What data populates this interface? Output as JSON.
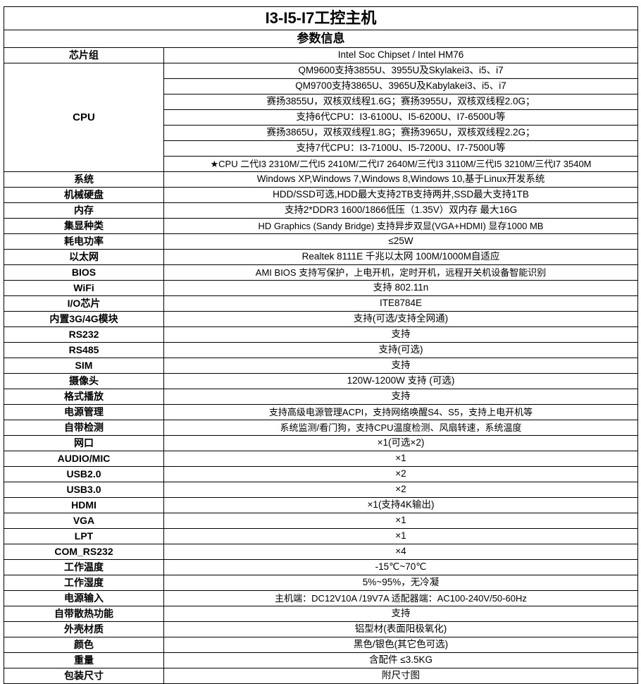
{
  "title": "I3-I5-I7工控主机",
  "subtitle": "参数信息",
  "rows": [
    {
      "label": "芯片组",
      "value": "Intel Soc Chipset / Intel HM76"
    },
    {
      "label": "CPU",
      "value": "QM9600支持3855U、3955U及Skylakei3、i5、i7"
    },
    {
      "label": "",
      "value": "QM9700支持3865U、3965U及Kabylakei3、i5、i7"
    },
    {
      "label": "",
      "value": "赛扬3855U，双核双线程1.6G；赛扬3955U，双核双线程2.0G；"
    },
    {
      "label": "",
      "value": "支持6代CPU：I3-6100U、I5-6200U、I7-6500U等"
    },
    {
      "label": "",
      "value": "赛扬3865U，双核双线程1.8G；赛扬3965U，双核双线程2.2G；"
    },
    {
      "label": "",
      "value": "支持7代CPU：I3-7100U、I5-7200U、I7-7500U等"
    },
    {
      "label": "",
      "value": "★CPU 二代I3 2310M/二代I5 2410M/二代I7 2640M/三代I3 3110M/三代I5 3210M/三代I7 3540M"
    },
    {
      "label": "系统",
      "value": "Windows XP,Windows 7,Windows 8,Windows 10,基于Linux开发系统"
    },
    {
      "label": "机械硬盘",
      "value": "HDD/SSD可选,HDD最大支持2TB支持两并,SSD最大支持1TB"
    },
    {
      "label": "内存",
      "value": "支持2*DDR3 1600/1866低压（1.35V）双内存 最大16G"
    },
    {
      "label": "集显种类",
      "value": "HD Graphics (Sandy Bridge) 支持异步双显(VGA+HDMI) 显存1000 MB"
    },
    {
      "label": "耗电功率",
      "value": "≤25W"
    },
    {
      "label": "以太网",
      "value": "Realtek 8111E 千兆以太网  100M/1000M自适应"
    },
    {
      "label": "BIOS",
      "value": "AMI BIOS 支持写保护，上电开机，定时开机，远程开关机设备智能识别"
    },
    {
      "label": "WiFi",
      "value": "支持 802.11n"
    },
    {
      "label": "I/O芯片",
      "value": "ITE8784E"
    },
    {
      "label": "内置3G/4G模块",
      "value": "支持(可选/支持全网通)"
    },
    {
      "label": "RS232",
      "value": "支持"
    },
    {
      "label": "RS485",
      "value": "支持(可选)"
    },
    {
      "label": "SIM",
      "value": "支持"
    },
    {
      "label": "摄像头",
      "value": "120W-1200W 支持 (可选)"
    },
    {
      "label": "格式播放",
      "value": "支持"
    },
    {
      "label": "电源管理",
      "value": "支持高级电源管理ACPI，支持网络唤醒S4、S5，支持上电开机等"
    },
    {
      "label": "自带检测",
      "value": "系统监测/看门狗，支持CPU温度检测、风扇转速，系统温度"
    },
    {
      "label": "网口",
      "value": "×1(可选×2)"
    },
    {
      "label": "AUDIO/MIC",
      "value": "×1"
    },
    {
      "label": "USB2.0",
      "value": "×2"
    },
    {
      "label": "USB3.0",
      "value": "×2"
    },
    {
      "label": "HDMI",
      "value": "×1(支持4K输出)"
    },
    {
      "label": "VGA",
      "value": "×1"
    },
    {
      "label": "LPT",
      "value": "×1"
    },
    {
      "label": "COM_RS232",
      "value": "×4"
    },
    {
      "label": "工作温度",
      "value": "-15℃~70℃"
    },
    {
      "label": "工作湿度",
      "value": "5%~95%，无冷凝"
    },
    {
      "label": "电源输入",
      "value": "主机端：DC12V10A /19V7A  适配器端：AC100-240V/50-60Hz"
    },
    {
      "label": "自带散热功能",
      "value": "支持"
    },
    {
      "label": "外壳材质",
      "value": "铝型材(表面阳极氧化)"
    },
    {
      "label": "颜色",
      "value": "黑色/银色(其它色可选)"
    },
    {
      "label": "重量",
      "value": "含配件 ≤3.5KG"
    },
    {
      "label": "包装尺寸",
      "value": "附尺寸图"
    }
  ],
  "cpu_label": "CPU",
  "colors": {
    "border": "#000000",
    "text": "#000000",
    "background": "#ffffff"
  }
}
